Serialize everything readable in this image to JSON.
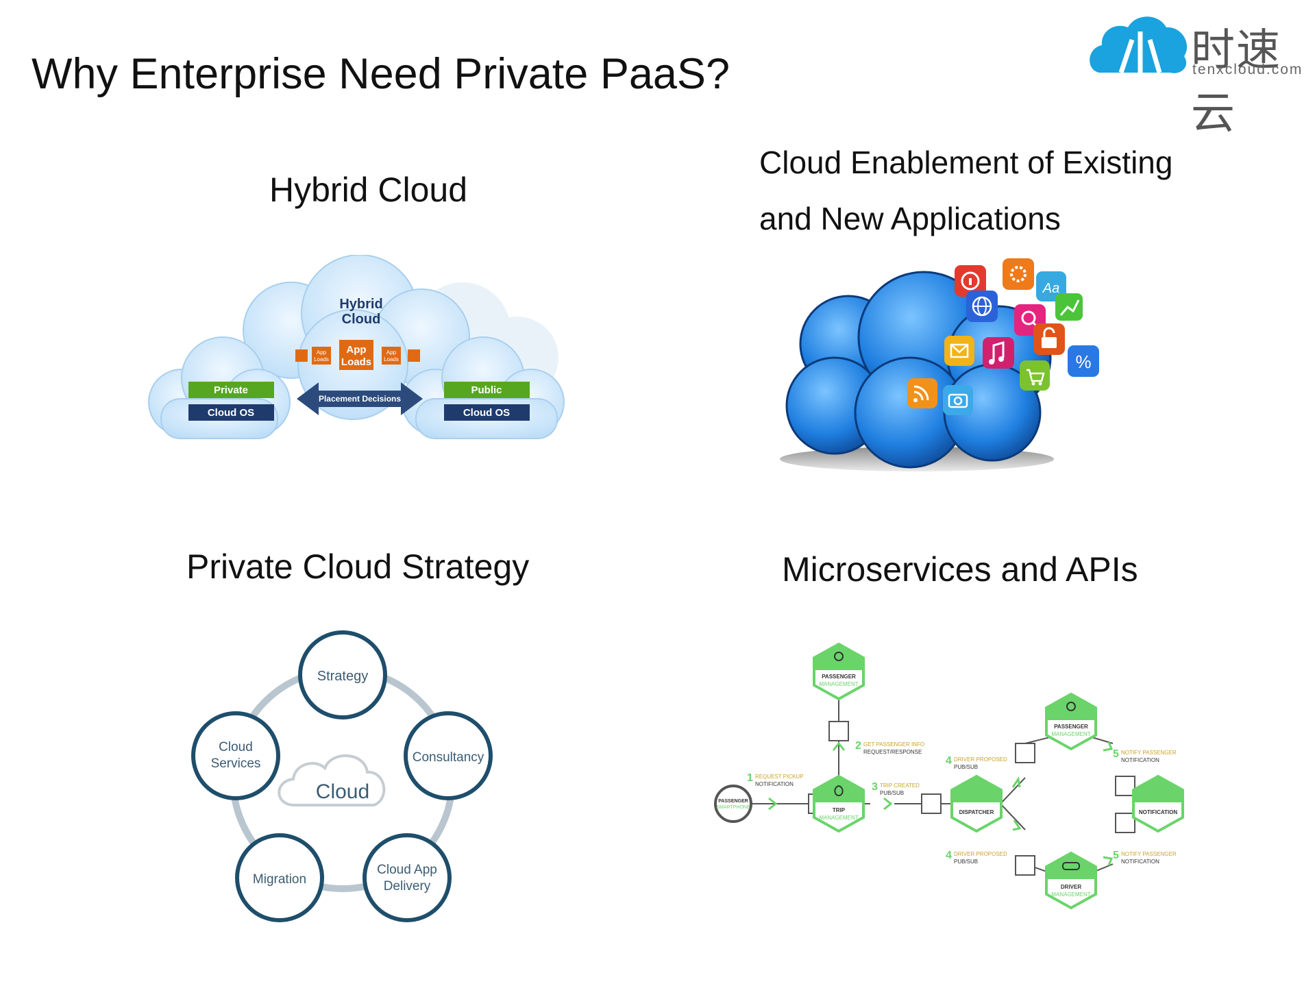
{
  "slide": {
    "title": "Why Enterprise Need Private PaaS?"
  },
  "logo": {
    "brand_cn": "时速云",
    "brand_en": "tenxcloud.com",
    "icon": "cloud-logo-icon",
    "color": "#1aa3de"
  },
  "hybrid_cloud": {
    "heading": "Hybrid Cloud",
    "center_label_line1": "Hybrid",
    "center_label_line2": "Cloud",
    "app_loads_big_line1": "App",
    "app_loads_big_line2": "Loads",
    "app_loads_small_line1": "App",
    "app_loads_small_line2": "Loads",
    "private_label": "Private",
    "private_os": "Cloud OS",
    "public_label": "Public",
    "public_os": "Cloud OS",
    "arrow_label": "Placement Decisions",
    "colors": {
      "green": "#56a71f",
      "navy": "#1f3b6d",
      "orange": "#e06a13",
      "cloud": "#cfe7fa"
    }
  },
  "cloud_enablement": {
    "heading_line1": "Cloud Enablement of Existing",
    "heading_line2": "and New Applications",
    "app_icons": [
      "info-icon",
      "gear-icon",
      "font-icon",
      "globe-icon",
      "search-icon",
      "lock-icon",
      "mail-icon",
      "music-icon",
      "percent-icon",
      "rss-icon",
      "camera-icon",
      "cart-icon"
    ],
    "glyphs": {
      "font": "Aa",
      "percent": "%"
    }
  },
  "private_cloud_strategy": {
    "heading": "Private Cloud Strategy",
    "center": "Cloud",
    "nodes": {
      "strategy": "Strategy",
      "consultancy": "Consultancy",
      "cloud_app_delivery_1": "Cloud App",
      "cloud_app_delivery_2": "Delivery",
      "migration": "Migration",
      "cloud_services_1": "Cloud",
      "cloud_services_2": "Services"
    },
    "colors": {
      "ring": "#1e4e6b",
      "text": "#3b5b72"
    }
  },
  "microservices": {
    "heading": "Microservices and APIs",
    "passenger_smartphone_1": "PASSENGER",
    "passenger_smartphone_2": "SMARTPHONE",
    "passenger_mgmt_1": "PASSENGER",
    "passenger_mgmt_2": "MANAGEMENT",
    "trip_mgmt_1": "TRIP",
    "trip_mgmt_2": "MANAGEMENT",
    "dispatcher": "DISPATCHER",
    "notification": "NOTIFICATION",
    "driver_mgmt_1": "DRIVER",
    "driver_mgmt_2": "MANAGEMENT",
    "steps": {
      "s1_num": "1",
      "s1_top": "REQUEST PICKUP",
      "s1_bot": "NOTIFICATION",
      "s2_num": "2",
      "s2_top": "GET PASSENGER INFO",
      "s2_bot": "REQUEST/RESPONSE",
      "s3_num": "3",
      "s3_top": "TRIP CREATED",
      "s3_bot": "PUB/SUB",
      "s4a_num": "4",
      "s4a_top": "DRIVER PROPOSED",
      "s4a_bot": "PUB/SUB",
      "s4b_num": "4",
      "s4b_top": "DRIVER PROPOSED",
      "s4b_bot": "PUB/SUB",
      "s5a_num": "5",
      "s5a_top": "NOTIFY PASSENGER",
      "s5a_bot": "NOTIFICATION",
      "s5b_num": "5",
      "s5b_top": "NOTIFY PASSENGER",
      "s5b_bot": "NOTIFICATION"
    },
    "colors": {
      "green": "#6ad46a",
      "label": "#c9a227"
    }
  }
}
